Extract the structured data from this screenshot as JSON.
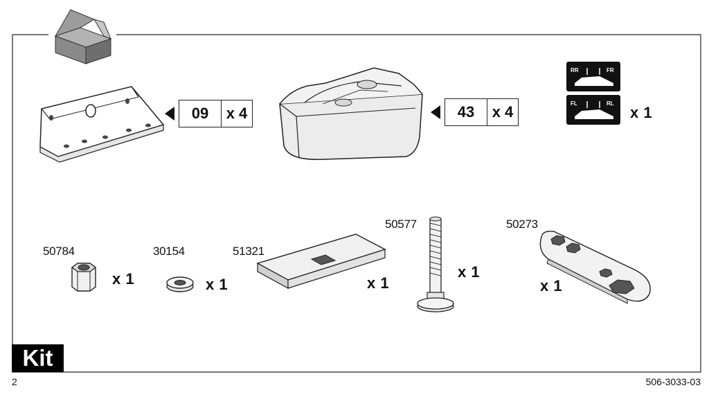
{
  "kit_label": "Kit",
  "page_number": "2",
  "doc_code": "506-3033-03",
  "top_parts": [
    {
      "code": "09",
      "qty": "x 4"
    },
    {
      "code": "43",
      "qty": "x 4"
    }
  ],
  "sticker": {
    "qty": "x 1",
    "labels": [
      "RR",
      "FR",
      "FL",
      "RL"
    ]
  },
  "bottom_parts": [
    {
      "number": "50784",
      "qty": "x 1"
    },
    {
      "number": "30154",
      "qty": "x 1"
    },
    {
      "number": "51321",
      "qty": "x 1"
    },
    {
      "number": "50577",
      "qty": "x 1"
    },
    {
      "number": "50273",
      "qty": "x 1"
    }
  ]
}
